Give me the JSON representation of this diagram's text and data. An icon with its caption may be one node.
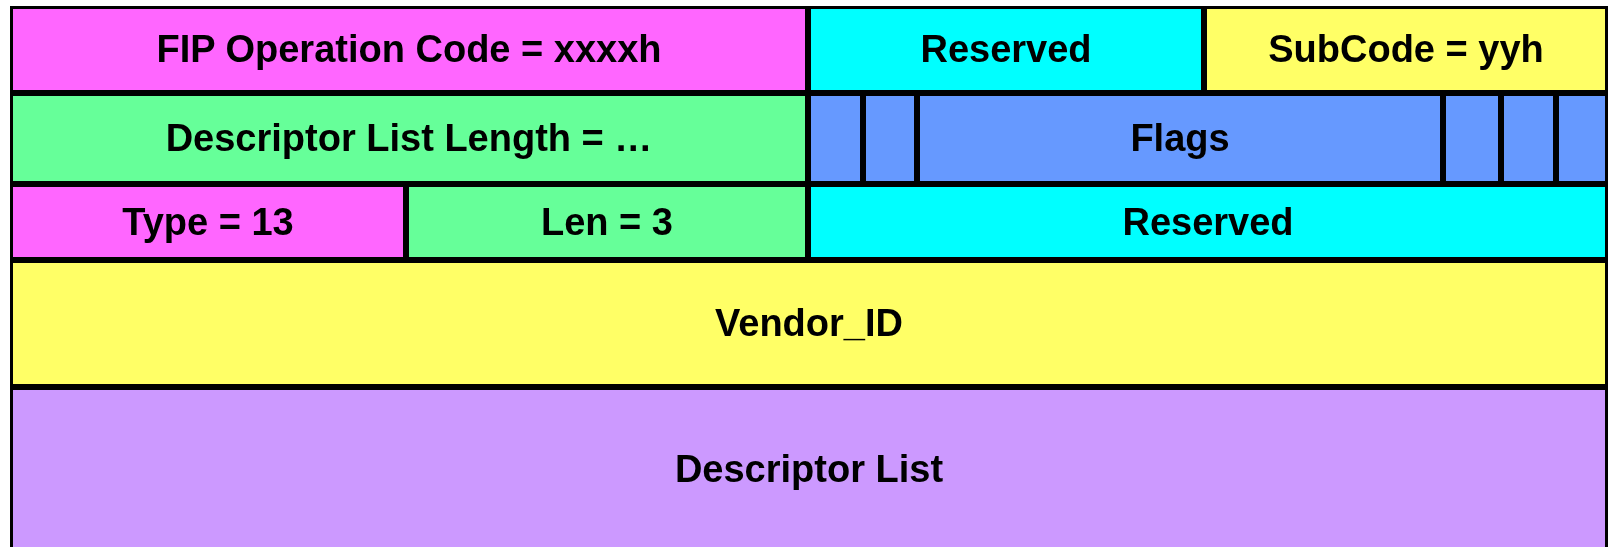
{
  "diagram": {
    "nodes": [
      {
        "text": [
          "FIP Operation Code = xxxxh"
        ]
      },
      {
        "text": [
          "Reserved"
        ]
      },
      {
        "text": [
          "SubCode = yyh"
        ]
      },
      {
        "text": [
          "Descriptor List Length = …"
        ]
      },
      {
        "text": [],
        "shape": "box"
      },
      {
        "text": [],
        "shape": "box"
      },
      {
        "text": [
          "Flags"
        ]
      },
      {
        "text": [],
        "shape": "box"
      },
      {
        "text": [],
        "shape": "box"
      },
      {
        "text": [],
        "shape": "box"
      },
      {
        "text": [
          "Type = 13"
        ]
      },
      {
        "text": [
          "Len = 3"
        ]
      },
      {
        "text": [
          "Reserved"
        ]
      },
      {
        "text": [
          "Vendor_ID"
        ]
      },
      {
        "text": [
          "Descriptor List"
        ]
      }
    ]
  }
}
